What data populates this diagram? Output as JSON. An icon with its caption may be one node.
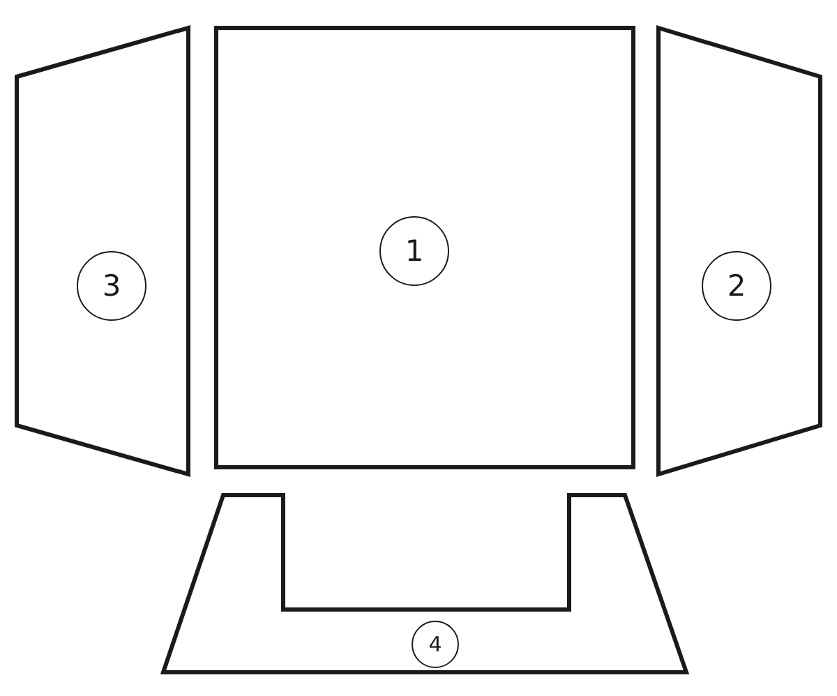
{
  "diagram": {
    "nodes": [
      {
        "text": [],
        "shape": "panel"
      },
      {
        "text": [
          "3"
        ],
        "in": 0
      },
      {
        "text": [],
        "shape": "box"
      },
      {
        "text": [
          "1"
        ],
        "in": 2
      },
      {
        "text": [],
        "shape": "panel"
      },
      {
        "text": [
          "2"
        ],
        "in": 4
      },
      {
        "text": [],
        "shape": "panel"
      },
      {
        "text": [
          "4"
        ],
        "in": 6
      }
    ]
  }
}
